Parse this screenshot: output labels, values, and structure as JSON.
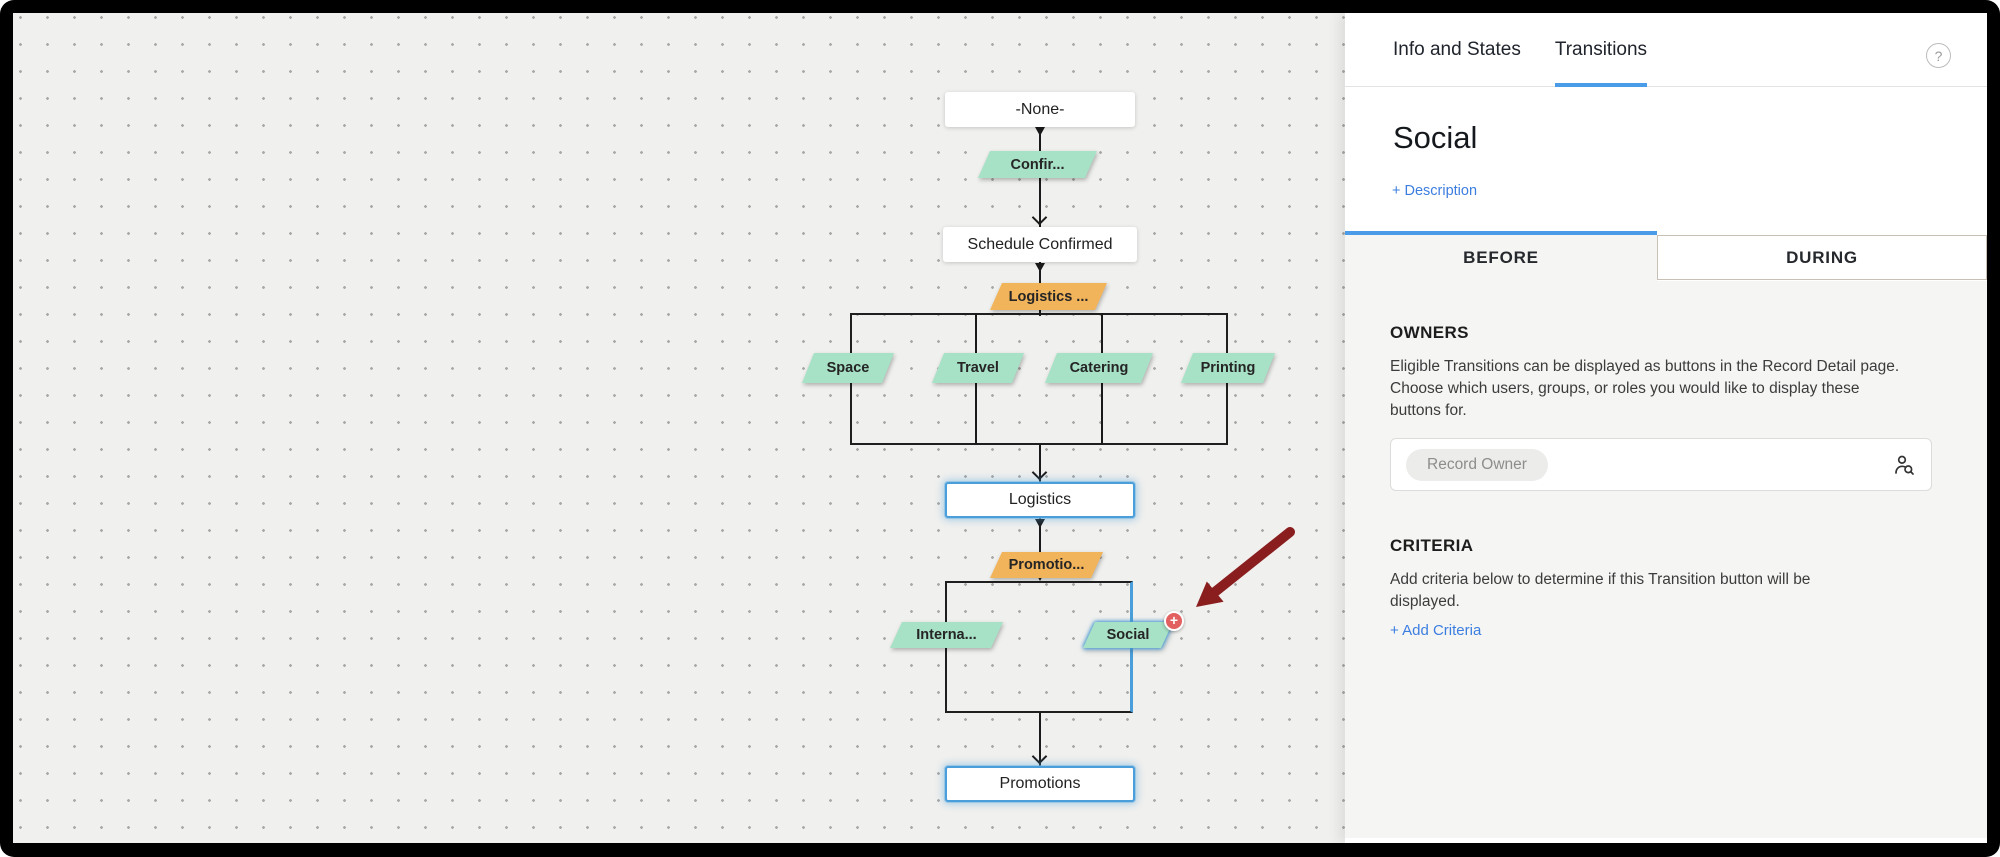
{
  "canvas": {
    "states": [
      {
        "label": "-None-"
      },
      {
        "label": "Schedule Confirmed"
      },
      {
        "label": "Logistics",
        "selected": true
      },
      {
        "label": "Promotions",
        "selected": true
      }
    ],
    "transitions": [
      {
        "label": "Confir...",
        "color": "green"
      },
      {
        "label": "Logistics ...",
        "color": "orange"
      },
      {
        "label": "Space",
        "color": "green"
      },
      {
        "label": "Travel",
        "color": "green"
      },
      {
        "label": "Catering",
        "color": "green"
      },
      {
        "label": "Printing",
        "color": "green"
      },
      {
        "label": "Promotio...",
        "color": "orange"
      },
      {
        "label": "Interna...",
        "color": "green"
      },
      {
        "label": "Social",
        "color": "green",
        "selected": true
      }
    ],
    "plus_badge_label": "+"
  },
  "panel": {
    "tabs": [
      {
        "label": "Info and States",
        "active": false
      },
      {
        "label": "Transitions",
        "active": true
      }
    ],
    "help_icon_label": "?",
    "title": "Social",
    "description_link": "+ Description",
    "subtabs": [
      {
        "label": "BEFORE",
        "active": true
      },
      {
        "label": "DURING",
        "active": false
      }
    ],
    "owners": {
      "heading": "OWNERS",
      "text": "Eligible Transitions can be displayed as buttons in the Record Detail page. Choose which users, groups, or roles you would like to display these buttons for.",
      "chip": "Record Owner"
    },
    "criteria": {
      "heading": "CRITERIA",
      "text": "Add criteria below to determine if this Transition button will be displayed.",
      "add_link": "+ Add Criteria"
    }
  },
  "colors": {
    "accent_blue": "#4a9ce8",
    "selected_node_blue": "#4a9ed9",
    "transition_green": "#a7e1c6",
    "transition_orange": "#f2b45a",
    "plus_red": "#e2605f",
    "annotation_maroon": "#8a1e1e",
    "link_blue": "#3c7ee0"
  }
}
